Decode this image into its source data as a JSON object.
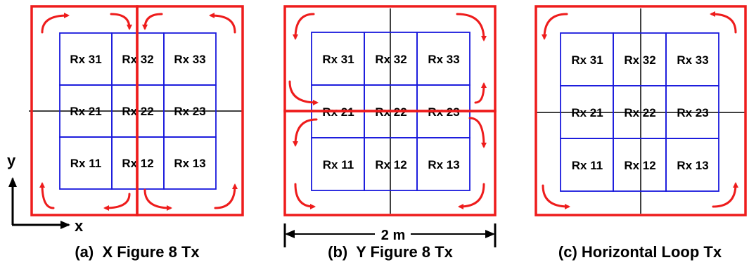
{
  "colors": {
    "tx_coil": "#ee1c1c",
    "rx_grid": "#1a1adc",
    "centerline": "#000000"
  },
  "axes": {
    "x_label": "x",
    "y_label": "y"
  },
  "dimension": {
    "label": "2 m"
  },
  "panels": [
    {
      "caption": "(a)  X Figure 8 Tx",
      "tx_type": "x-figure-8",
      "receivers": [
        [
          "Rx 31",
          "Rx 32",
          "Rx 33"
        ],
        [
          "Rx 21",
          "Rx 22",
          "Rx 23"
        ],
        [
          "Rx 11",
          "Rx 12",
          "Rx 13"
        ]
      ]
    },
    {
      "caption": "(b)  Y Figure 8 Tx",
      "tx_type": "y-figure-8",
      "receivers": [
        [
          "Rx 31",
          "Rx 32",
          "Rx 33"
        ],
        [
          "Rx 21",
          "Rx 22",
          "Rx 23"
        ],
        [
          "Rx 11",
          "Rx 12",
          "Rx 13"
        ]
      ]
    },
    {
      "caption": "(c) Horizontal Loop Tx",
      "tx_type": "horizontal-loop",
      "receivers": [
        [
          "Rx 31",
          "Rx 32",
          "Rx 33"
        ],
        [
          "Rx 21",
          "Rx 22",
          "Rx 23"
        ],
        [
          "Rx 11",
          "Rx 12",
          "Rx 13"
        ]
      ]
    }
  ]
}
